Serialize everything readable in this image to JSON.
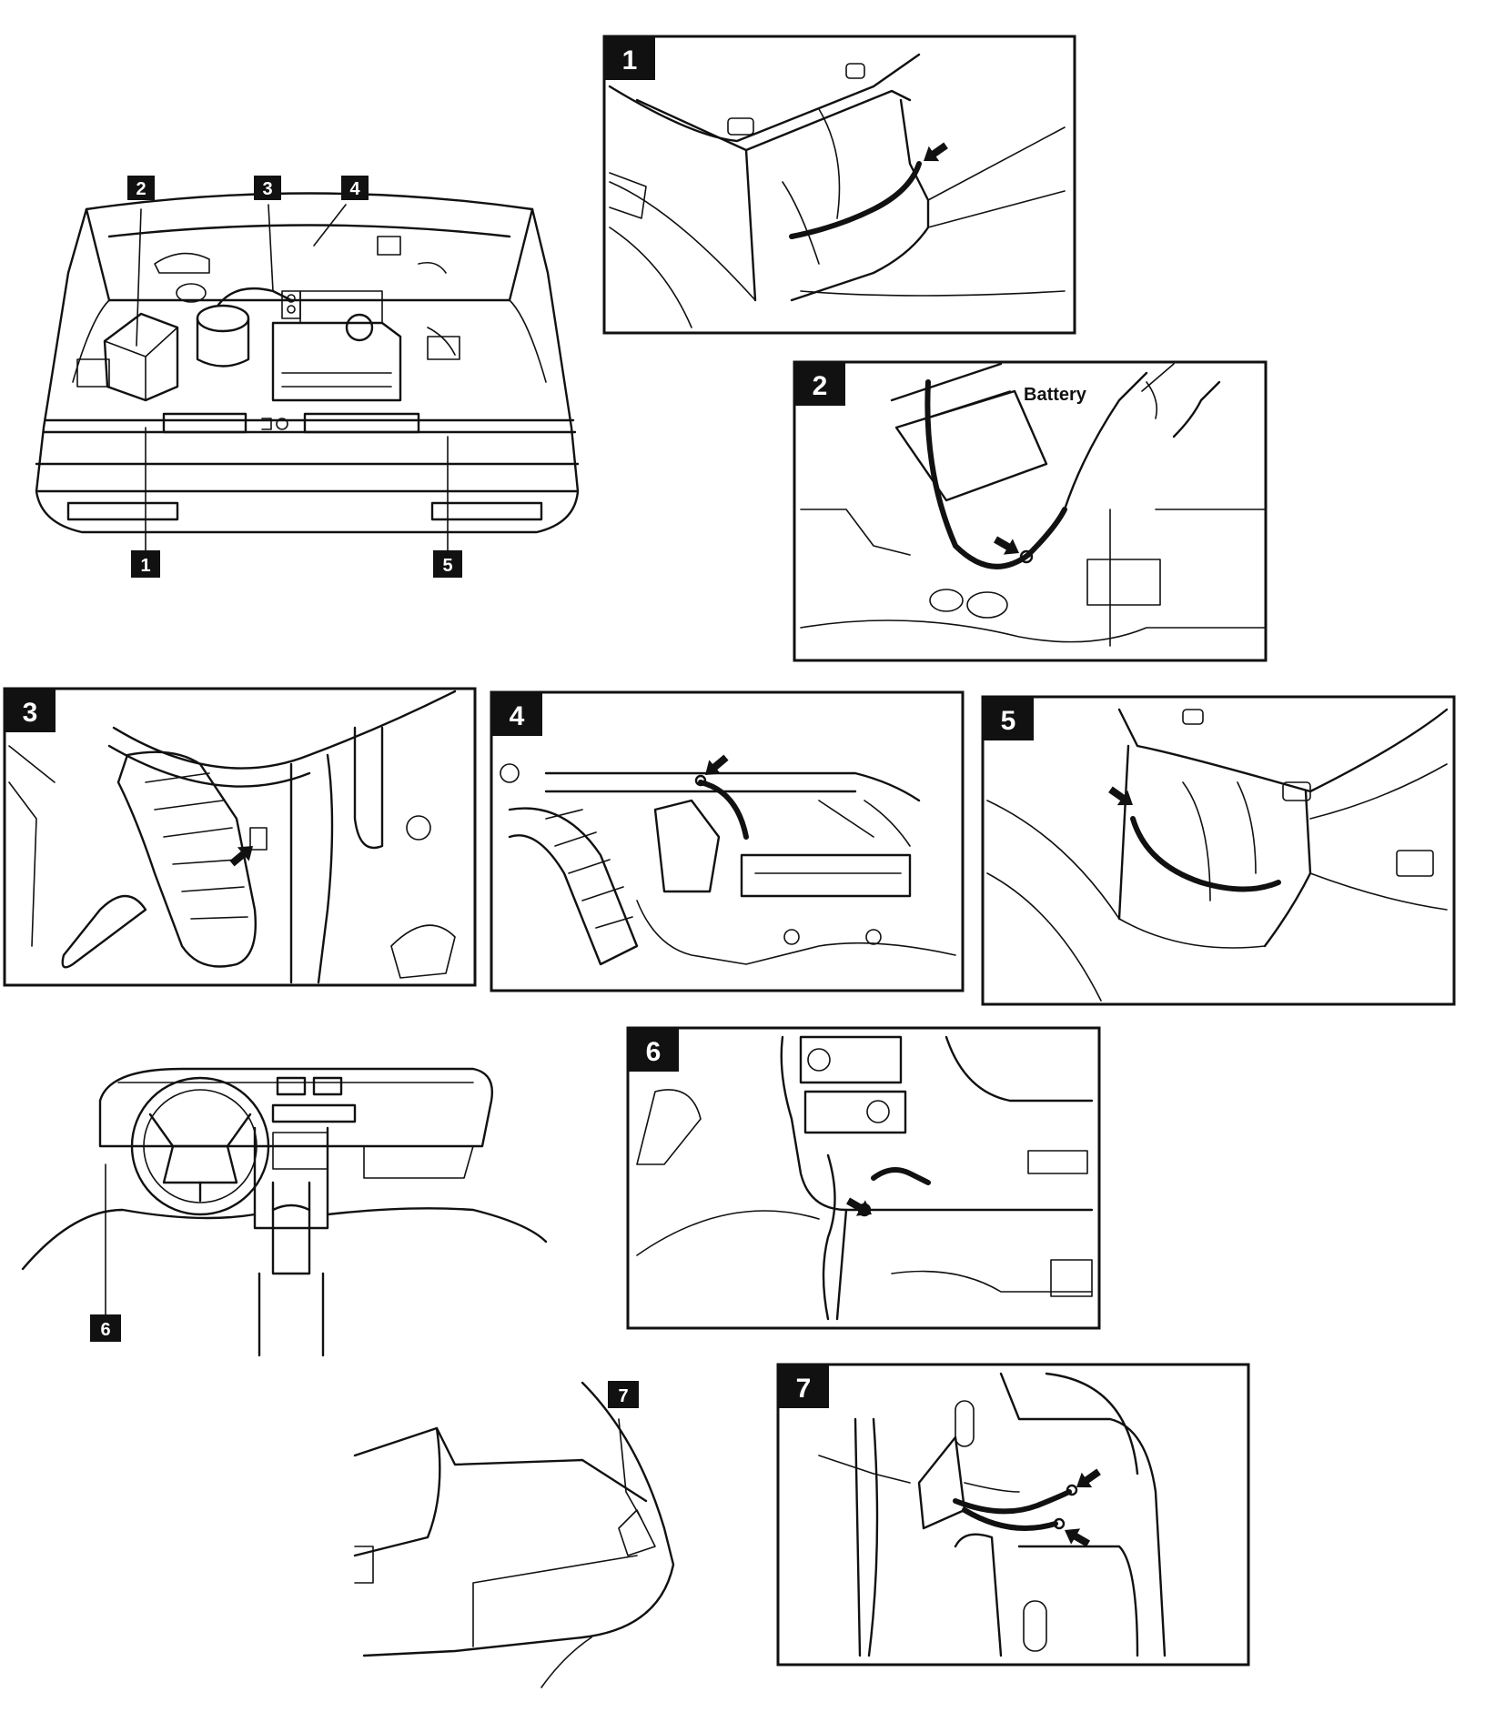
{
  "colors": {
    "ink": "#111111",
    "paper": "#ffffff"
  },
  "overview_callouts": {
    "engine_bay": [
      "1",
      "2",
      "3",
      "4",
      "5"
    ],
    "dashboard": [
      "6"
    ],
    "rear": [
      "7"
    ]
  },
  "panels": [
    {
      "number": "1"
    },
    {
      "number": "2",
      "annotation": "Battery"
    },
    {
      "number": "3"
    },
    {
      "number": "4"
    },
    {
      "number": "5"
    },
    {
      "number": "6"
    },
    {
      "number": "7"
    }
  ]
}
